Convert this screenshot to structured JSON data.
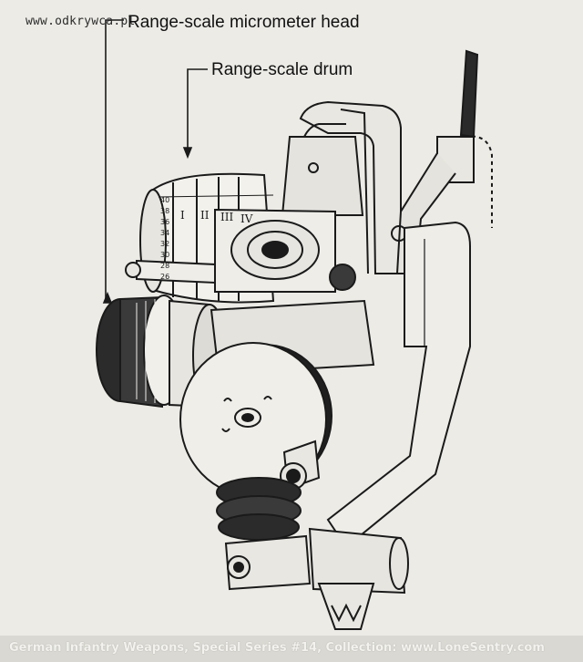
{
  "watermark": "www.odkrywca.pl",
  "labels": {
    "micrometer_head": "Range-scale micrometer head",
    "drum": "Range-scale drum"
  },
  "drum_scale_numbers": [
    "40",
    "38",
    "36",
    "34",
    "32",
    "30",
    "28",
    "26"
  ],
  "drum_roman_numerals": [
    "I",
    "II",
    "III",
    "IV"
  ],
  "footer": "German Infantry Weapons, Special Series #14, Collection: www.LoneSentry.com"
}
